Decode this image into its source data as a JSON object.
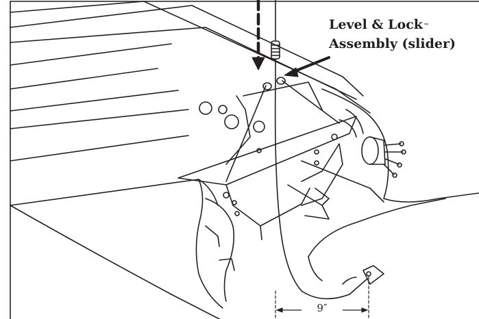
{
  "callout": {
    "line1": "Level & Lock",
    "trademark": "™",
    "line2": "Assembly (slider)"
  },
  "dimension": {
    "label": "9″"
  },
  "colors": {
    "ink": "#231f20",
    "paper": "#ffffff"
  }
}
